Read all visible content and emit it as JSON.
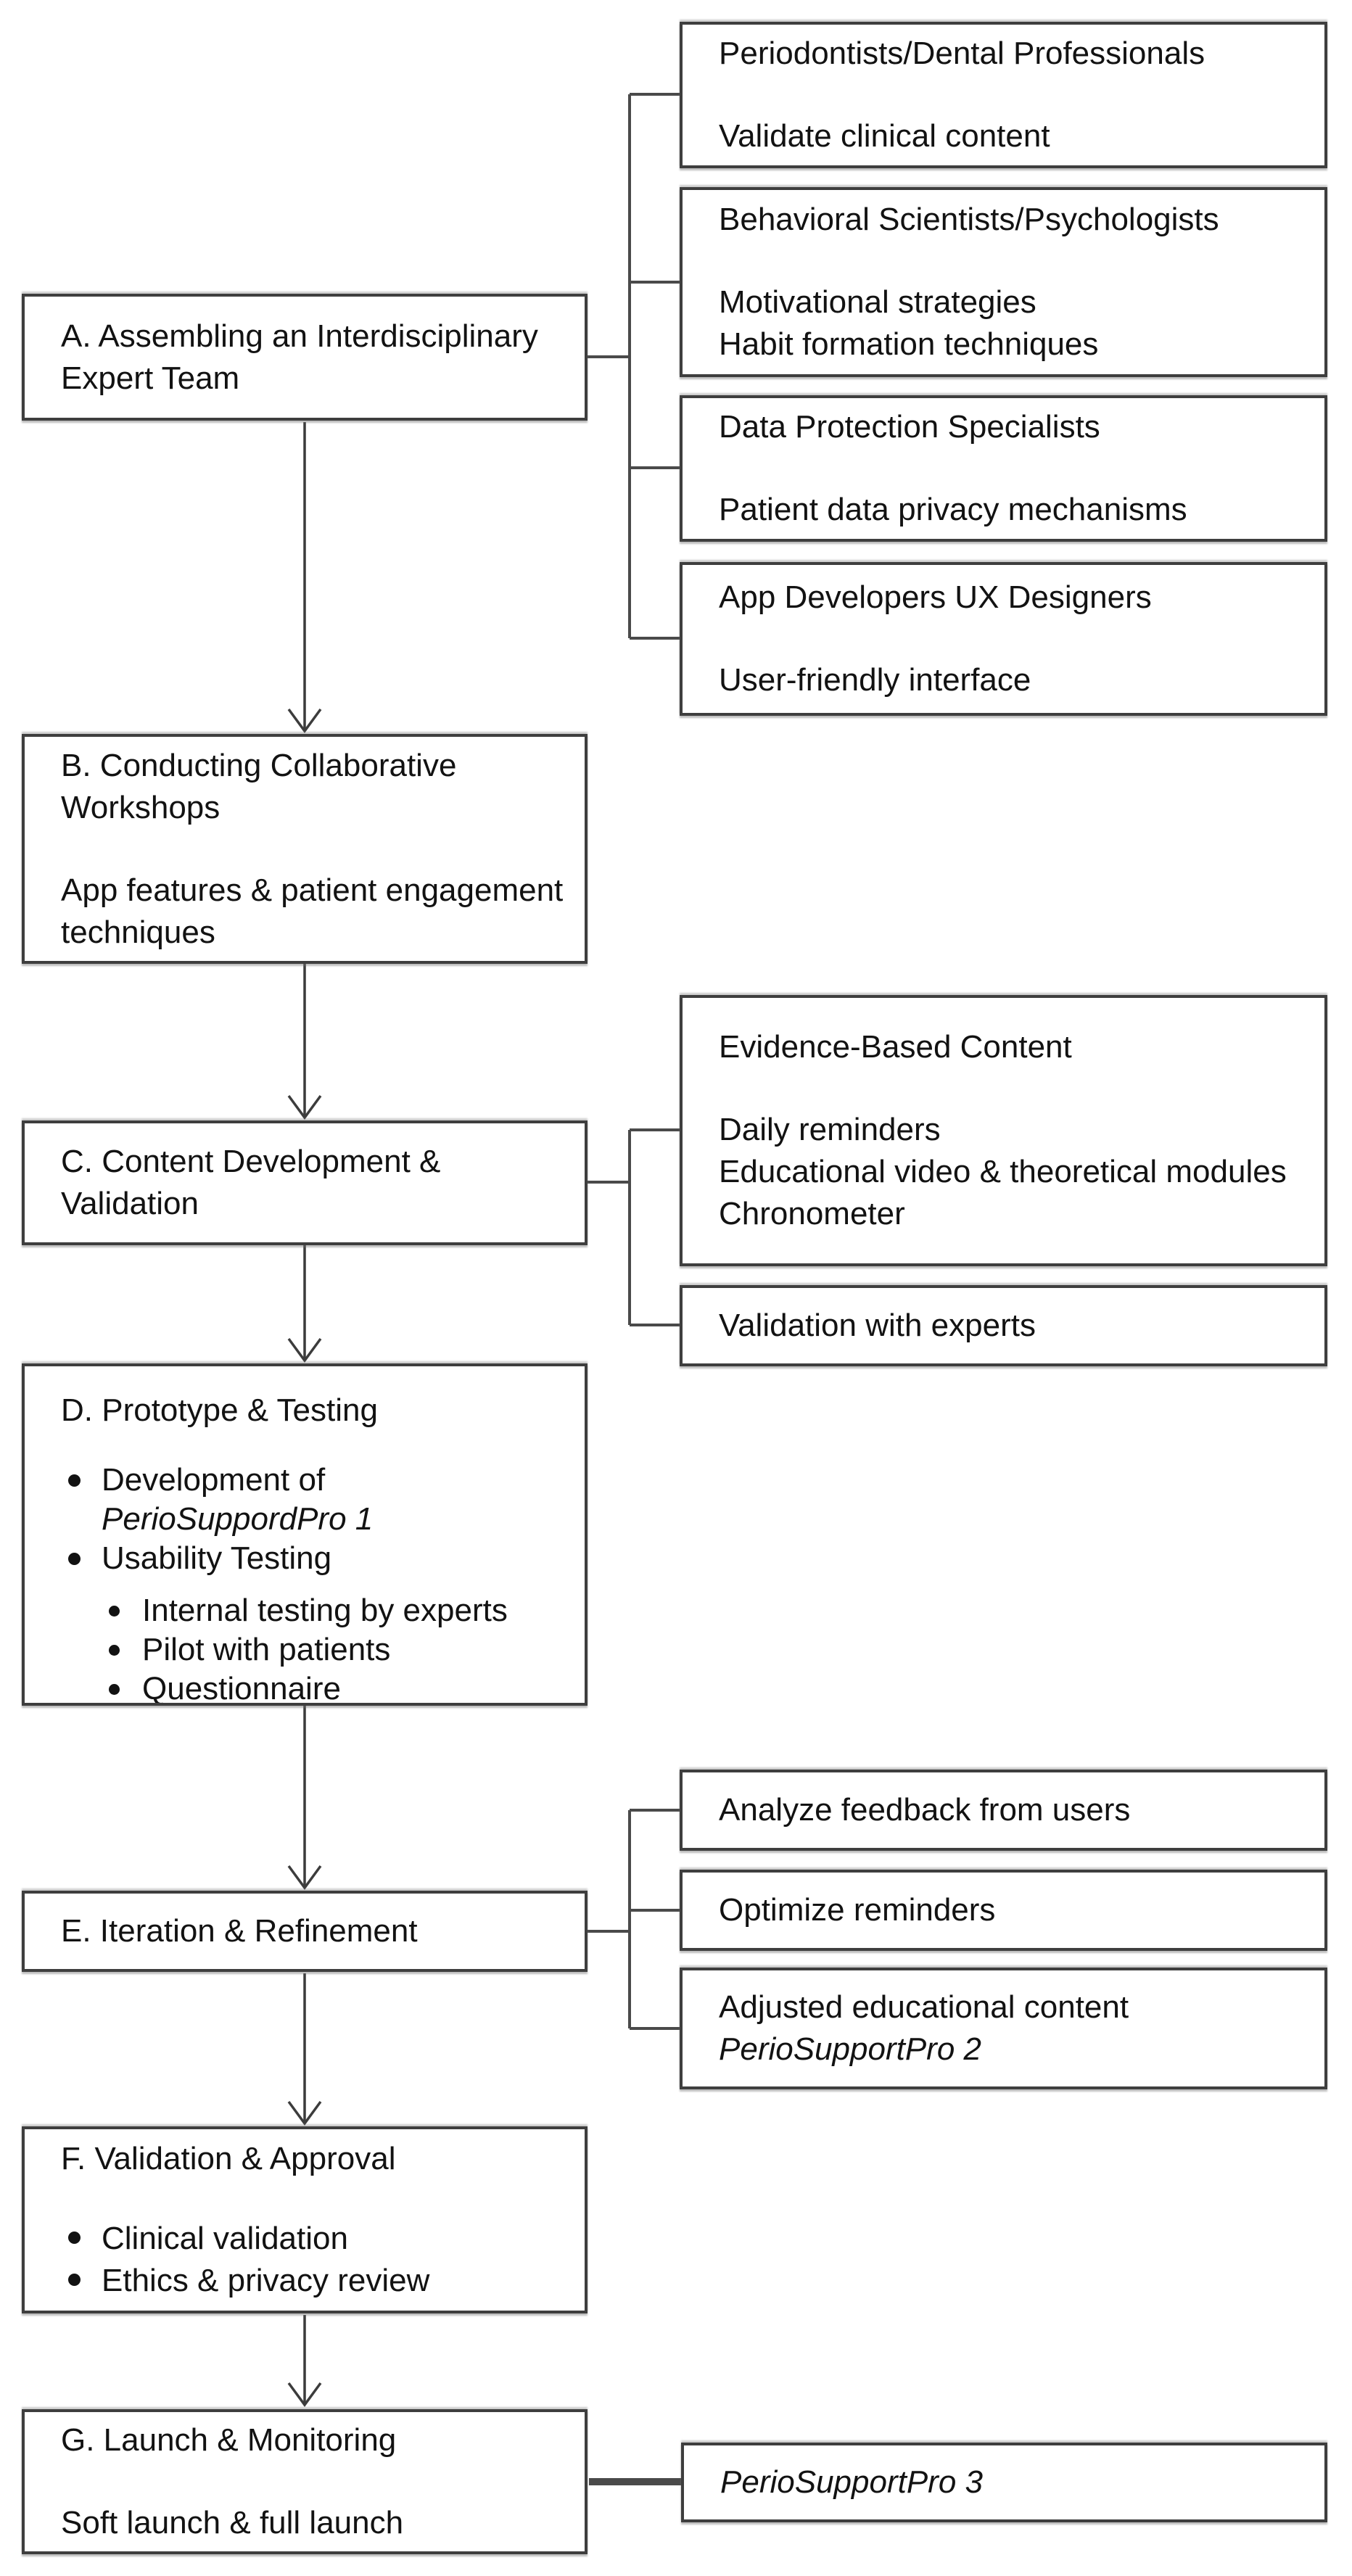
{
  "colors": {
    "background": "#ffffff",
    "box_border": "#3e3e3e",
    "connector": "#4a4a4a",
    "text": "#121212"
  },
  "main_flow": {
    "a": {
      "title": "A. Assembling an Interdisciplinary Expert Team"
    },
    "b": {
      "title": "B. Conducting Collaborative Workshops",
      "body": "App features & patient engagement techniques"
    },
    "c": {
      "title": "C. Content Development & Validation"
    },
    "d": {
      "title": "D. Prototype & Testing",
      "bullet1_text": "Development of",
      "bullet1_app": "PerioSuppordPro 1",
      "bullet2_text": "Usability Testing",
      "sub_bullets": [
        "Internal testing by experts",
        "Pilot with patients",
        "Questionnaire"
      ]
    },
    "e": {
      "title": "E. Iteration & Refinement"
    },
    "f": {
      "title": "F. Validation & Approval",
      "bullets": [
        "Clinical validation",
        "Ethics & privacy review"
      ]
    },
    "g": {
      "title": "G. Launch & Monitoring",
      "body": "Soft launch & full launch"
    }
  },
  "expert_team_boxes": [
    {
      "title": "Periodontists/Dental Professionals",
      "lines": [
        "Validate clinical content"
      ]
    },
    {
      "title": "Behavioral Scientists/Psychologists",
      "lines": [
        "Motivational strategies",
        "Habit formation techniques"
      ]
    },
    {
      "title": "Data Protection Specialists",
      "lines": [
        "Patient data privacy mechanisms"
      ]
    },
    {
      "title": "App Developers UX Designers",
      "lines": [
        "User-friendly interface"
      ]
    }
  ],
  "content_boxes": [
    {
      "title": "Evidence-Based Content",
      "lines": [
        "Daily reminders",
        "Educational video & theoretical modules",
        "Chronometer"
      ]
    },
    {
      "title": "Validation with experts"
    }
  ],
  "iteration_boxes": [
    {
      "text": "Analyze feedback from users"
    },
    {
      "text": "Optimize reminders"
    },
    {
      "text": "Adjusted educational content",
      "app": "PerioSupportPro 2"
    }
  ],
  "launch_box": {
    "app": "PerioSupportPro 3"
  }
}
